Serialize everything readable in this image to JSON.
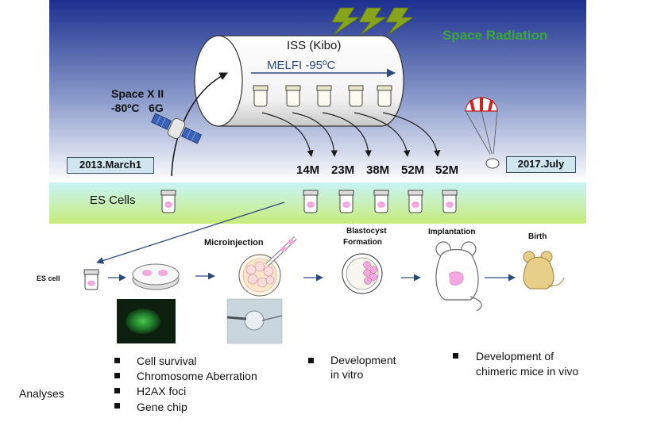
{
  "top": {
    "space_radiation": "Space Radiation",
    "iss_label": "ISS (Kibo)",
    "melfi_label": "MELFI -95ºC",
    "spacex_line1": "Space X II",
    "spacex_line2": "-80ºC   6G",
    "date_start": "2013.March1",
    "date_end": "2017.July",
    "months": [
      "14M",
      "23M",
      "38M",
      "52M",
      "52M"
    ]
  },
  "middle": {
    "es_cells_label": "ES Cells"
  },
  "process": {
    "es_cell_label": "ES cell",
    "steps": {
      "microinjection": "Microinjection",
      "blastocyst_line1": "Blastocyst",
      "blastocyst_line2": "Formation",
      "implantation": "Implantation",
      "birth": "Birth"
    }
  },
  "analyses": {
    "label": "Analyses",
    "group1": [
      "Cell survival",
      "Chromosome Aberration",
      "H2AX foci",
      "Gene chip"
    ],
    "group2_line1": "Development",
    "group2_line2": "in vitro",
    "group3_line1": "Development of",
    "group3_line2": "chimeric mice  in vivo"
  },
  "colors": {
    "space_top": "#1c2f8e",
    "space_bottom": "#ffffff",
    "radiation_text": "#3aa53a",
    "lightning": "#86a41c",
    "band_top": "#c8f4f7",
    "band_bottom": "#c8ec7a",
    "pink": "#f3a8df",
    "date_box": "#cfe6ee"
  }
}
